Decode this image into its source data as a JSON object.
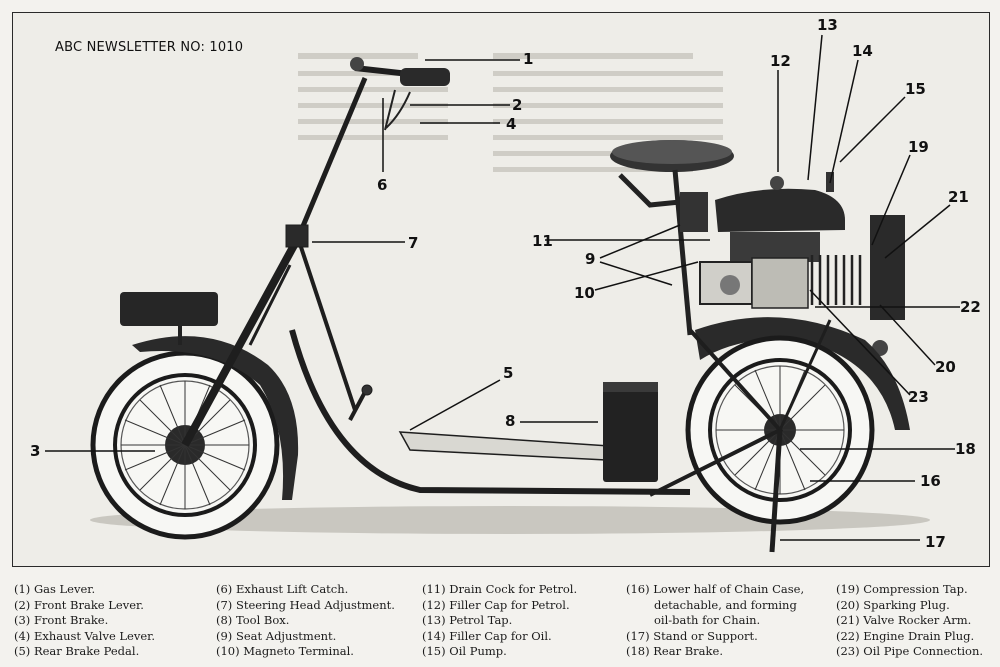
{
  "header": {
    "newsletter": "ABC NEWSLETTER NO: 1010"
  },
  "callouts": [
    "1",
    "2",
    "3",
    "4",
    "5",
    "6",
    "7",
    "8",
    "9",
    "10",
    "11",
    "12",
    "13",
    "14",
    "15",
    "16",
    "17",
    "18",
    "19",
    "20",
    "21",
    "22",
    "23"
  ],
  "legend": {
    "col1": [
      "(1) Gas Lever.",
      "(2) Front Brake Lever.",
      "(3) Front Brake.",
      "(4) Exhaust Valve Lever.",
      "(5) Rear Brake Pedal."
    ],
    "col2": [
      "(6) Exhaust Lift Catch.",
      "(7) Steering Head Adjustment.",
      "(8) Tool Box.",
      "(9) Seat Adjustment.",
      "(10) Magneto Terminal."
    ],
    "col3": [
      "(11) Drain Cock for Petrol.",
      "(12) Filler Cap for Petrol.",
      "(13) Petrol Tap.",
      "(14) Filler Cap for Oil.",
      "(15) Oil Pump."
    ],
    "col4": [
      "(16) Lower half of Chain Case,",
      "detachable, and forming",
      "oil-bath for Chain.",
      "(17) Stand or Support.",
      "(18) Rear Brake."
    ],
    "col5": [
      "(19) Compression Tap.",
      "(20) Sparking Plug.",
      "(21) Valve Rocker Arm.",
      "(22) Engine Drain Plug.",
      "(23) Oil Pipe Connection."
    ]
  }
}
